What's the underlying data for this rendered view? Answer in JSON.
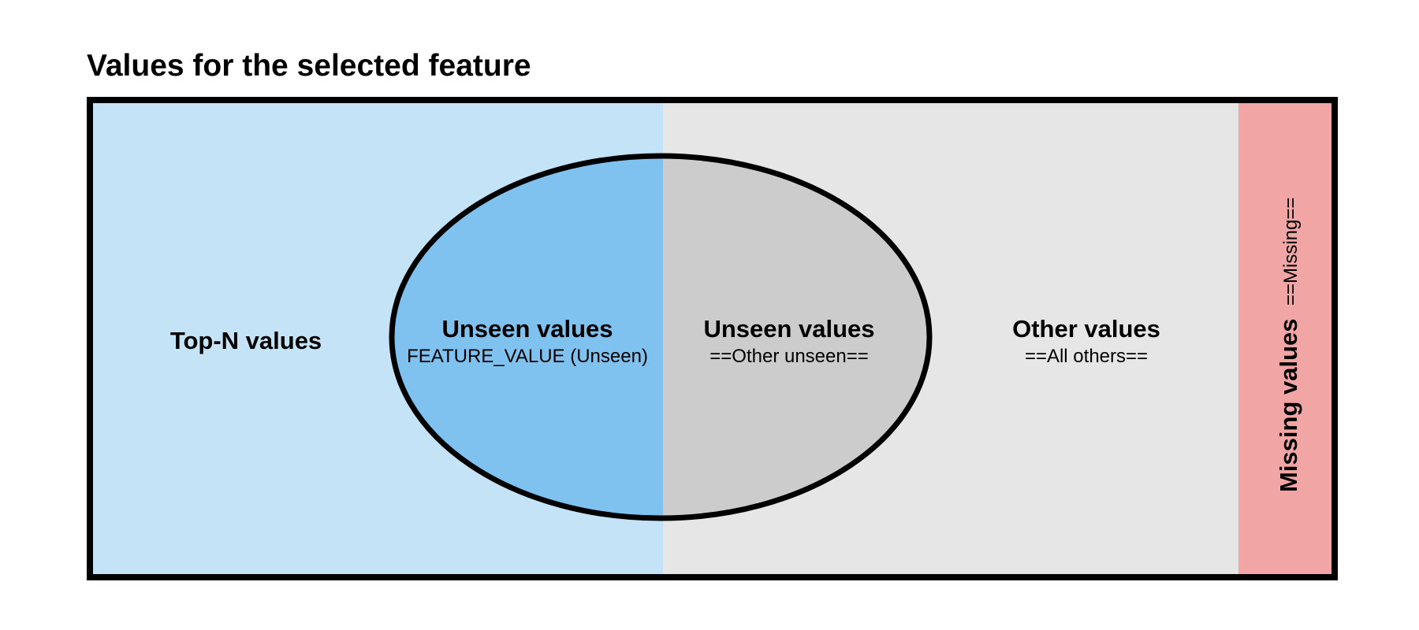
{
  "title": "Values for the selected feature",
  "colors": {
    "top_n_region": "#c5e3f7",
    "unseen_known_region": "#80c2ef",
    "unseen_other_region": "#cccccc",
    "other_region": "#e6e6e6",
    "missing_region": "#f2a5a5",
    "outline": "#000000"
  },
  "regions": {
    "top_n": {
      "label": "Top-N values"
    },
    "unseen_known": {
      "label": "Unseen values",
      "sublabel": "FEATURE_VALUE (Unseen)"
    },
    "unseen_other": {
      "label": "Unseen values",
      "sublabel": "==Other unseen=="
    },
    "other": {
      "label": "Other values",
      "sublabel": "==All others=="
    },
    "missing": {
      "label": "Missing values",
      "sublabel": "==Missing=="
    }
  }
}
